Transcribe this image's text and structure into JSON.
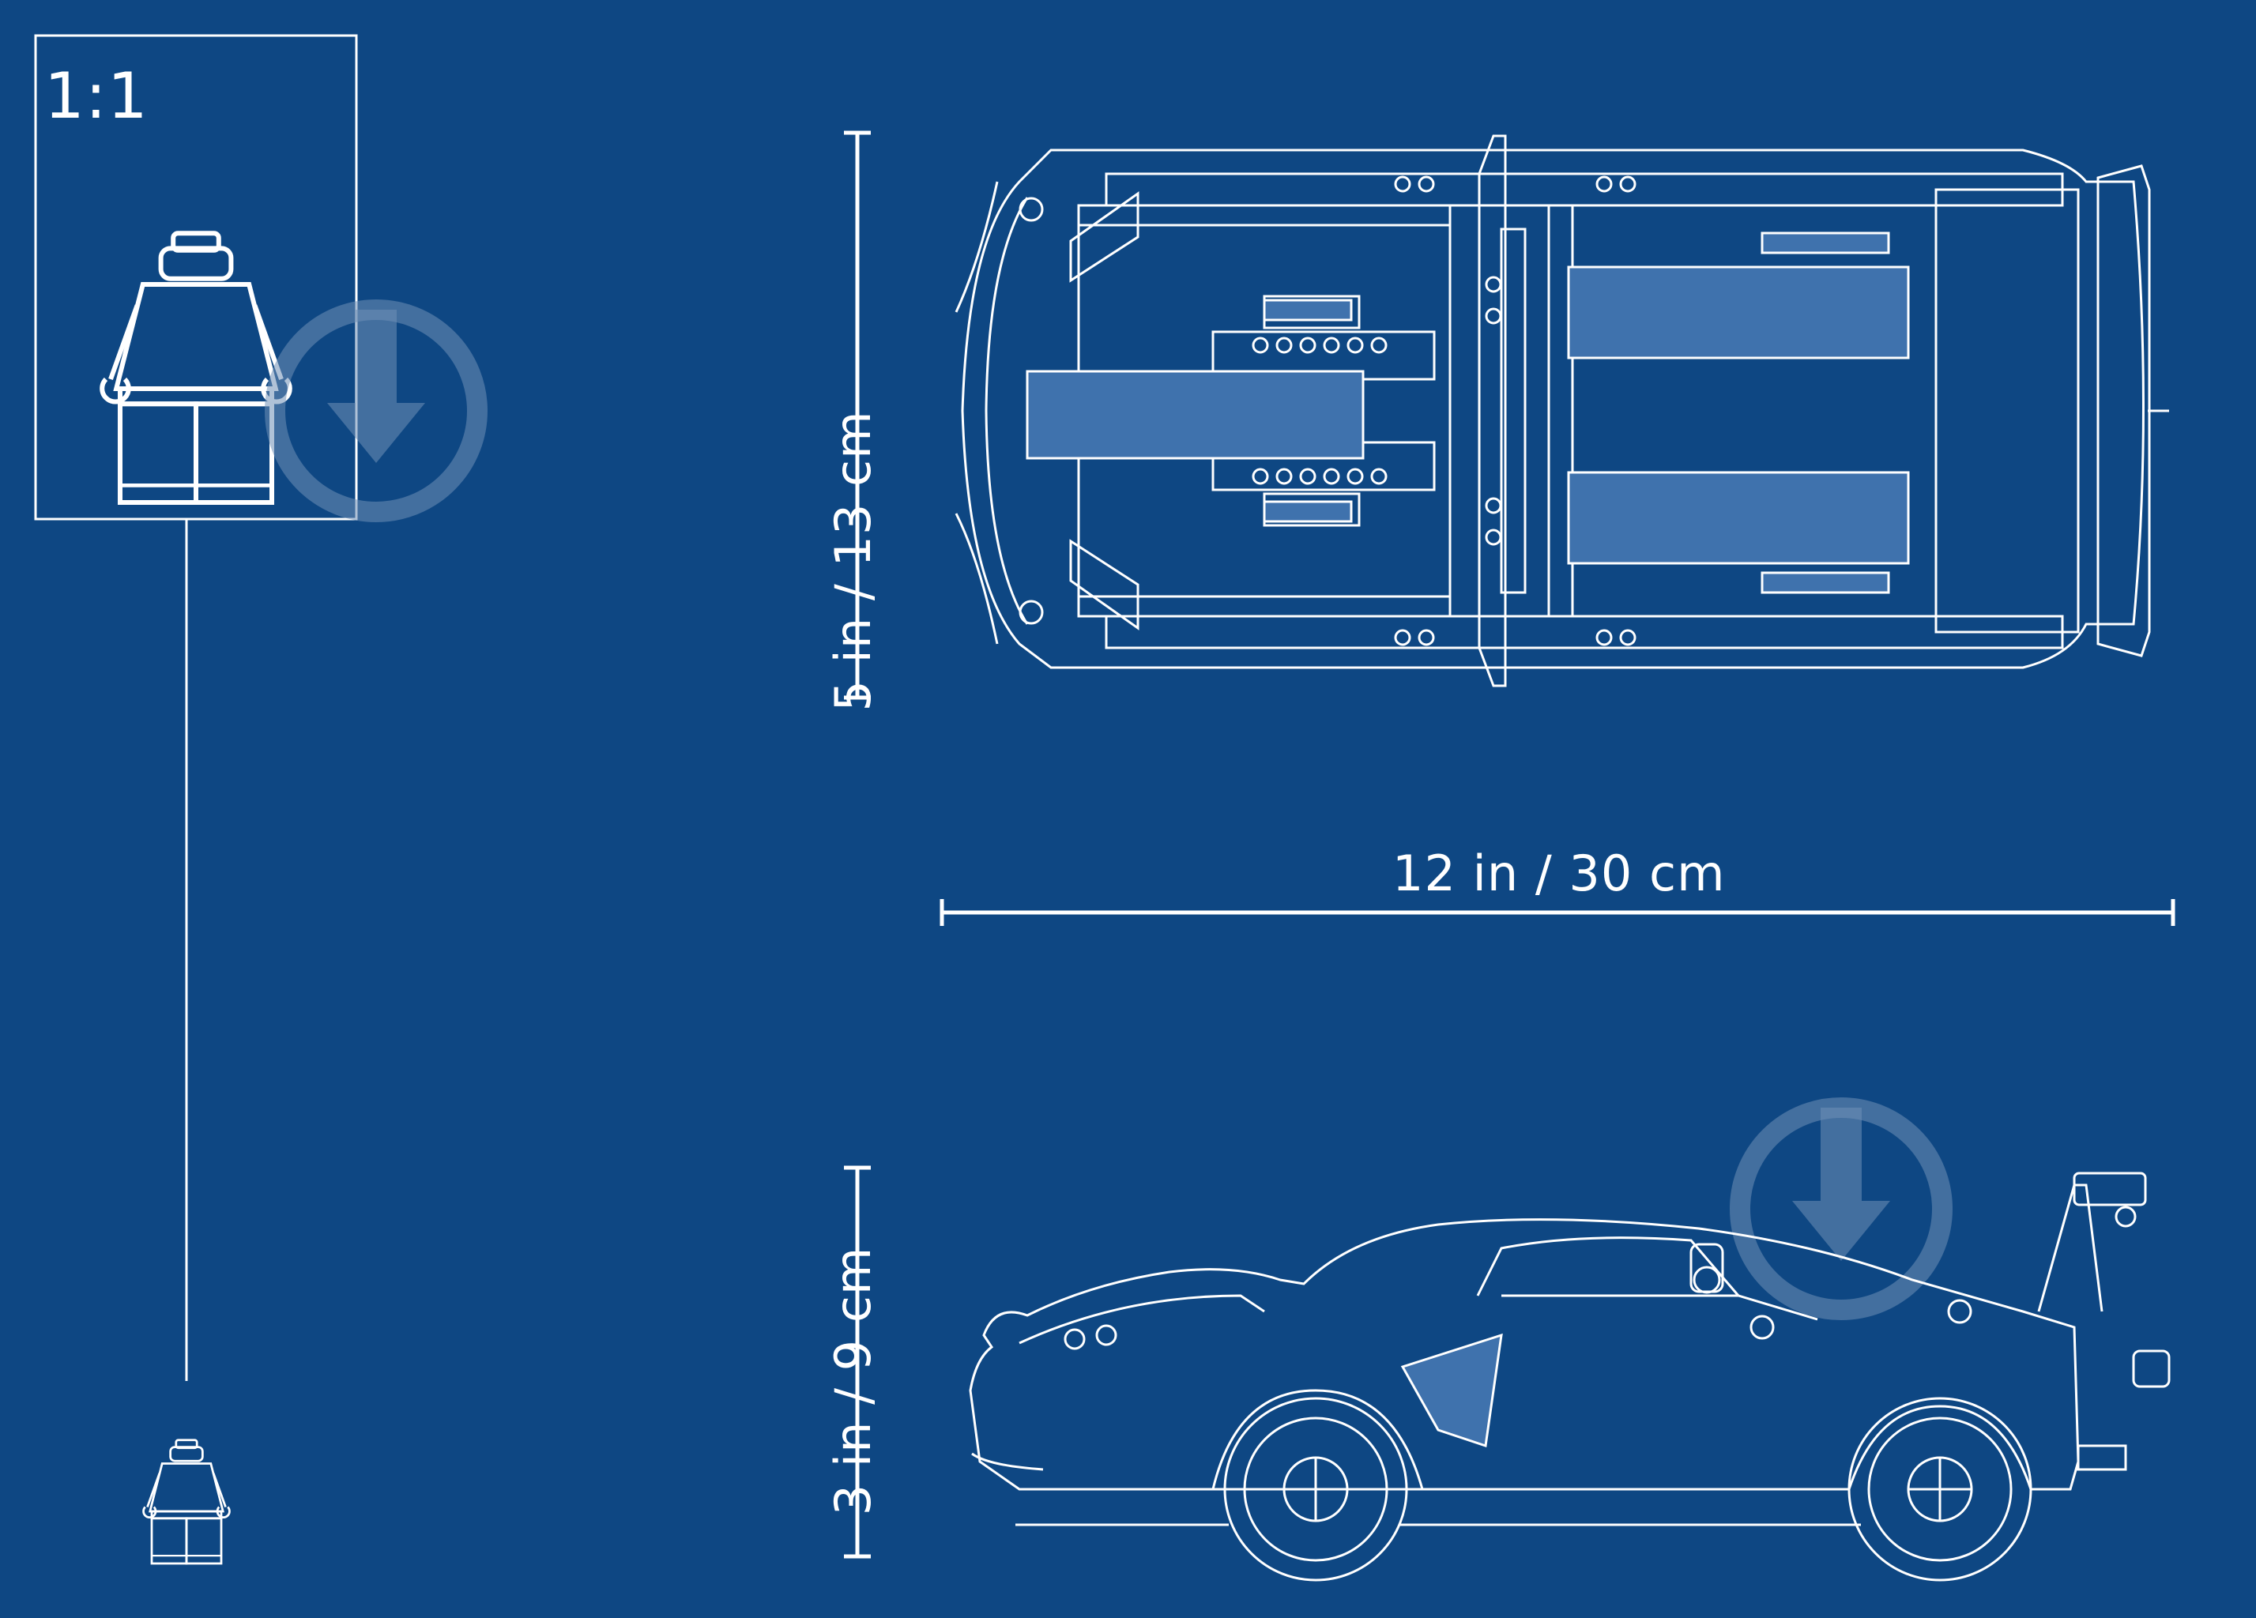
{
  "scale": {
    "label": "1:1"
  },
  "dimensions": {
    "length": "12 in / 30 cm",
    "width": "5 in / 13 cm",
    "height": "3 in / 9 cm"
  },
  "colors": {
    "background": "#0e4783",
    "line": "#ffffff",
    "panel_fill": "#3f72ad",
    "watermark": "#6f8fb6"
  },
  "icons": [
    "minifigure-icon",
    "watermark-icon",
    "car-top-view",
    "car-side-view"
  ]
}
